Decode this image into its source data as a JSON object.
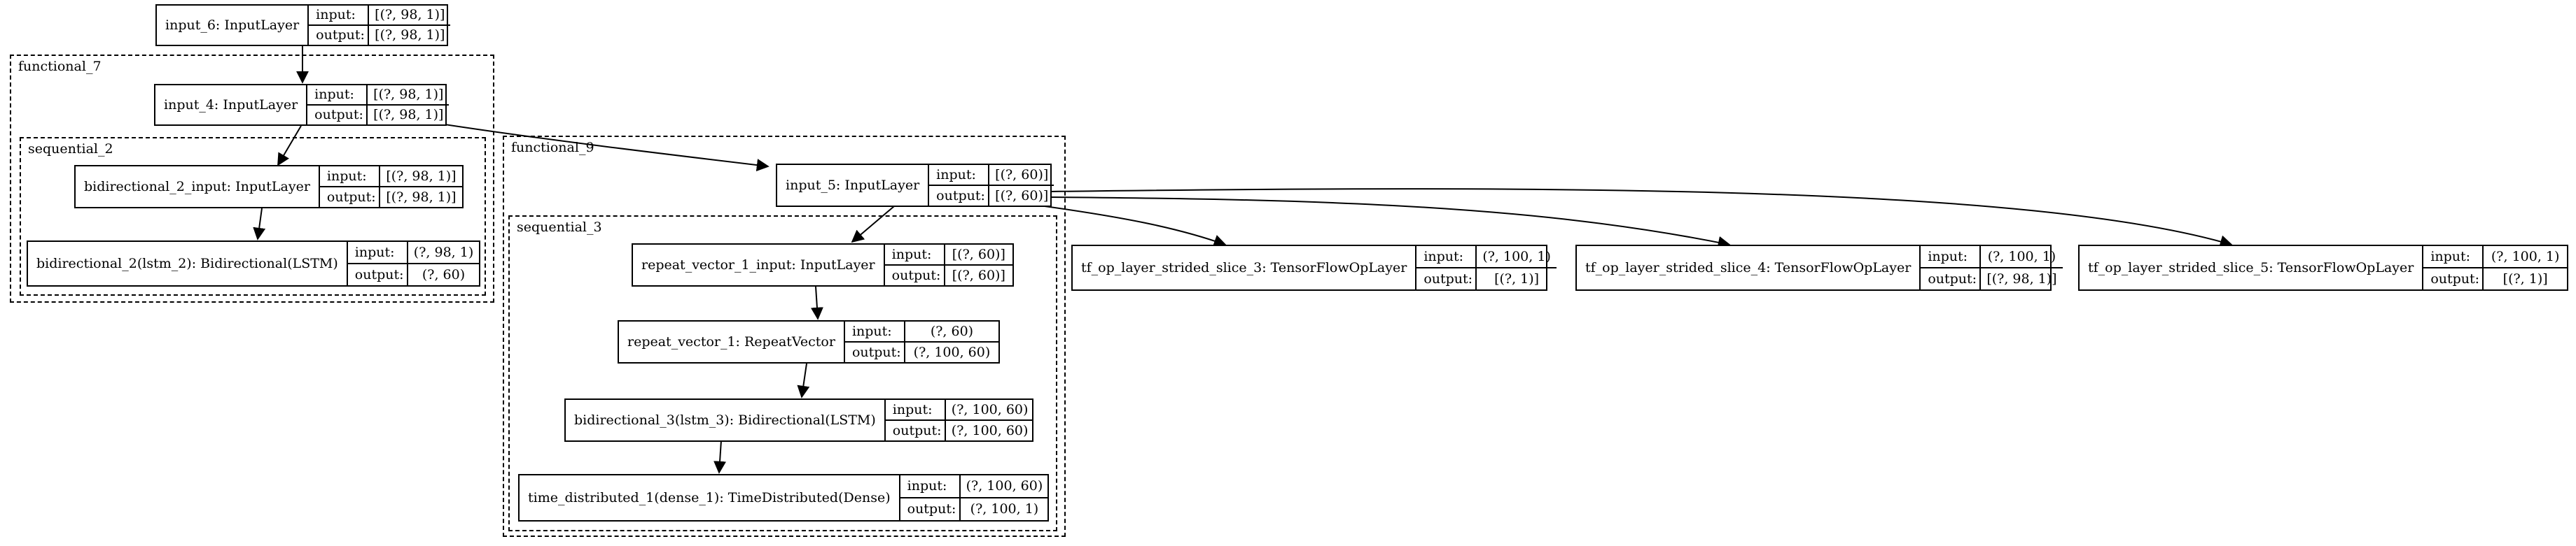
{
  "clusters": {
    "functional_7": {
      "label": "functional_7"
    },
    "sequential_2": {
      "label": "sequential_2"
    },
    "functional_9": {
      "label": "functional_9"
    },
    "sequential_3": {
      "label": "sequential_3"
    }
  },
  "nodes": {
    "input_6": {
      "name": "input_6: InputLayer",
      "in_label": "input:",
      "in": "[(?, 98, 1)]",
      "out_label": "output:",
      "out": "[(?, 98, 1)]"
    },
    "input_4": {
      "name": "input_4: InputLayer",
      "in_label": "input:",
      "in": "[(?, 98, 1)]",
      "out_label": "output:",
      "out": "[(?, 98, 1)]"
    },
    "bidir2_input": {
      "name": "bidirectional_2_input: InputLayer",
      "in_label": "input:",
      "in": "[(?, 98, 1)]",
      "out_label": "output:",
      "out": "[(?, 98, 1)]"
    },
    "bidir2": {
      "name": "bidirectional_2(lstm_2): Bidirectional(LSTM)",
      "in_label": "input:",
      "in": "(?, 98, 1)",
      "out_label": "output:",
      "out": "(?, 60)"
    },
    "input_5": {
      "name": "input_5: InputLayer",
      "in_label": "input:",
      "in": "[(?, 60)]",
      "out_label": "output:",
      "out": "[(?, 60)]"
    },
    "rv1_input": {
      "name": "repeat_vector_1_input: InputLayer",
      "in_label": "input:",
      "in": "[(?, 60)]",
      "out_label": "output:",
      "out": "[(?, 60)]"
    },
    "rv1": {
      "name": "repeat_vector_1: RepeatVector",
      "in_label": "input:",
      "in": "(?, 60)",
      "out_label": "output:",
      "out": "(?, 100, 60)"
    },
    "bidir3": {
      "name": "bidirectional_3(lstm_3): Bidirectional(LSTM)",
      "in_label": "input:",
      "in": "(?, 100, 60)",
      "out_label": "output:",
      "out": "(?, 100, 60)"
    },
    "td1": {
      "name": "time_distributed_1(dense_1): TimeDistributed(Dense)",
      "in_label": "input:",
      "in": "(?, 100, 60)",
      "out_label": "output:",
      "out": "(?, 100, 1)"
    },
    "slice3": {
      "name": "tf_op_layer_strided_slice_3: TensorFlowOpLayer",
      "in_label": "input:",
      "in": "(?, 100, 1)",
      "out_label": "output:",
      "out": "[(?, 1)]"
    },
    "slice4": {
      "name": "tf_op_layer_strided_slice_4: TensorFlowOpLayer",
      "in_label": "input:",
      "in": "(?, 100, 1)",
      "out_label": "output:",
      "out": "[(?, 98, 1)]"
    },
    "slice5": {
      "name": "tf_op_layer_strided_slice_5: TensorFlowOpLayer",
      "in_label": "input:",
      "in": "(?, 100, 1)",
      "out_label": "output:",
      "out": "[(?, 1)]"
    }
  }
}
